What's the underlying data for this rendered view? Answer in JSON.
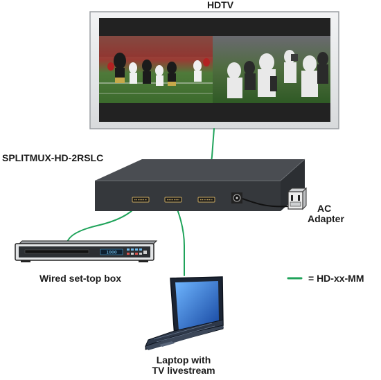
{
  "labels": {
    "hdtv": "HDTV",
    "device_model": "SPLITMUX-HD-2RSLC",
    "ac_line1": "AC",
    "ac_line2": "Adapter",
    "settop": "Wired set-top box",
    "laptop_line1": "Laptop with",
    "laptop_line2": "TV livestream",
    "legend": "= HD-xx-MM",
    "settop_display": "1000"
  },
  "colors": {
    "cable": "#1fa35a",
    "device_top": "#4a4d52",
    "device_front": "#35383c",
    "tv_bezel": "#e6e8ea",
    "tv_screen": "#202020",
    "power_cord": "#111111",
    "laptop_screen": "#1f5fb8"
  },
  "icons": {
    "tv": "tv-icon",
    "switcher": "switcher-icon",
    "outlet": "power-outlet-icon",
    "settop": "settop-box-icon",
    "laptop": "laptop-icon"
  }
}
